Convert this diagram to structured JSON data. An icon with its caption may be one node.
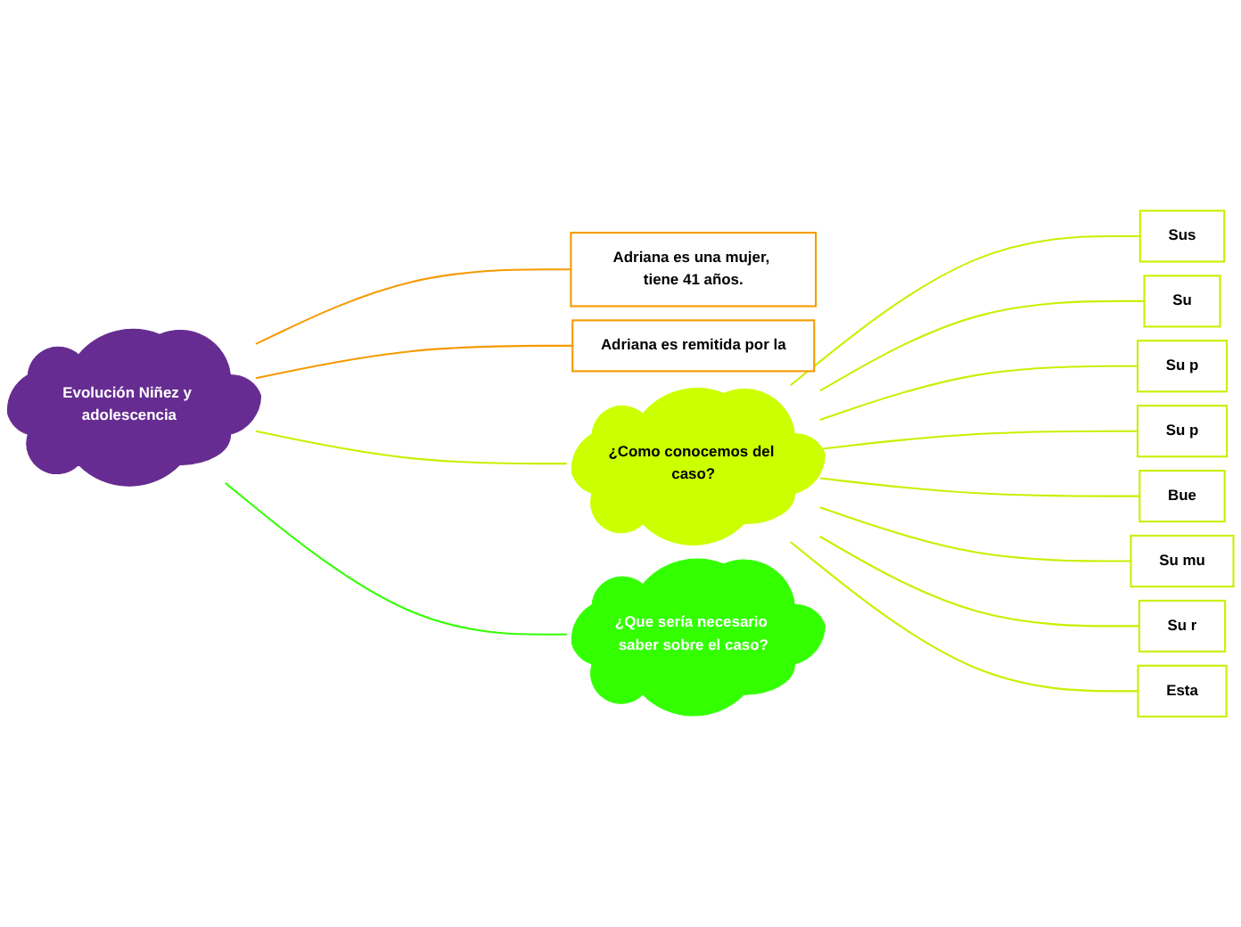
{
  "diagram": {
    "nodes": [
      {
        "text": [
          "Evolución Niñez y adolescencia"
        ]
      },
      {
        "text": [
          "Adriana es una mujer, tiene 41 años."
        ]
      },
      {
        "text": [
          "Adriana es remitida por la"
        ]
      },
      {
        "text": [
          "¿Como conocemos del caso?"
        ]
      },
      {
        "text": [
          "Sus"
        ]
      },
      {
        "text": [
          "Su"
        ]
      },
      {
        "text": [
          "Su p"
        ]
      },
      {
        "text": [
          "Su p"
        ]
      },
      {
        "text": [
          "Bue"
        ]
      },
      {
        "text": [
          "Su mu"
        ]
      },
      {
        "text": [
          "Su r"
        ]
      },
      {
        "text": [
          "Esta"
        ]
      },
      {
        "text": [
          "¿Que sería necesario saber sobre el caso?"
        ]
      }
    ],
    "edges": [
      {
        "from": 0,
        "to": 1,
        "arrow": "none",
        "color": "#f59a00"
      },
      {
        "from": 0,
        "to": 2,
        "arrow": "none",
        "color": "#f59a00"
      },
      {
        "from": 0,
        "to": 3,
        "arrow": "none"
      },
      {
        "from": 3,
        "to": 4,
        "arrow": "none"
      },
      {
        "from": 3,
        "to": 5,
        "arrow": "none"
      },
      {
        "from": 3,
        "to": 6,
        "arrow": "none"
      },
      {
        "from": 3,
        "to": 7,
        "arrow": "none"
      },
      {
        "from": 3,
        "to": 8,
        "arrow": "none"
      },
      {
        "from": 3,
        "to": 9,
        "arrow": "none"
      },
      {
        "from": 3,
        "to": 10,
        "arrow": "none"
      },
      {
        "from": 3,
        "to": 11,
        "arrow": "none"
      },
      {
        "from": 0,
        "to": 12,
        "arrow": "none",
        "color": "#33ff00"
      }
    ]
  }
}
